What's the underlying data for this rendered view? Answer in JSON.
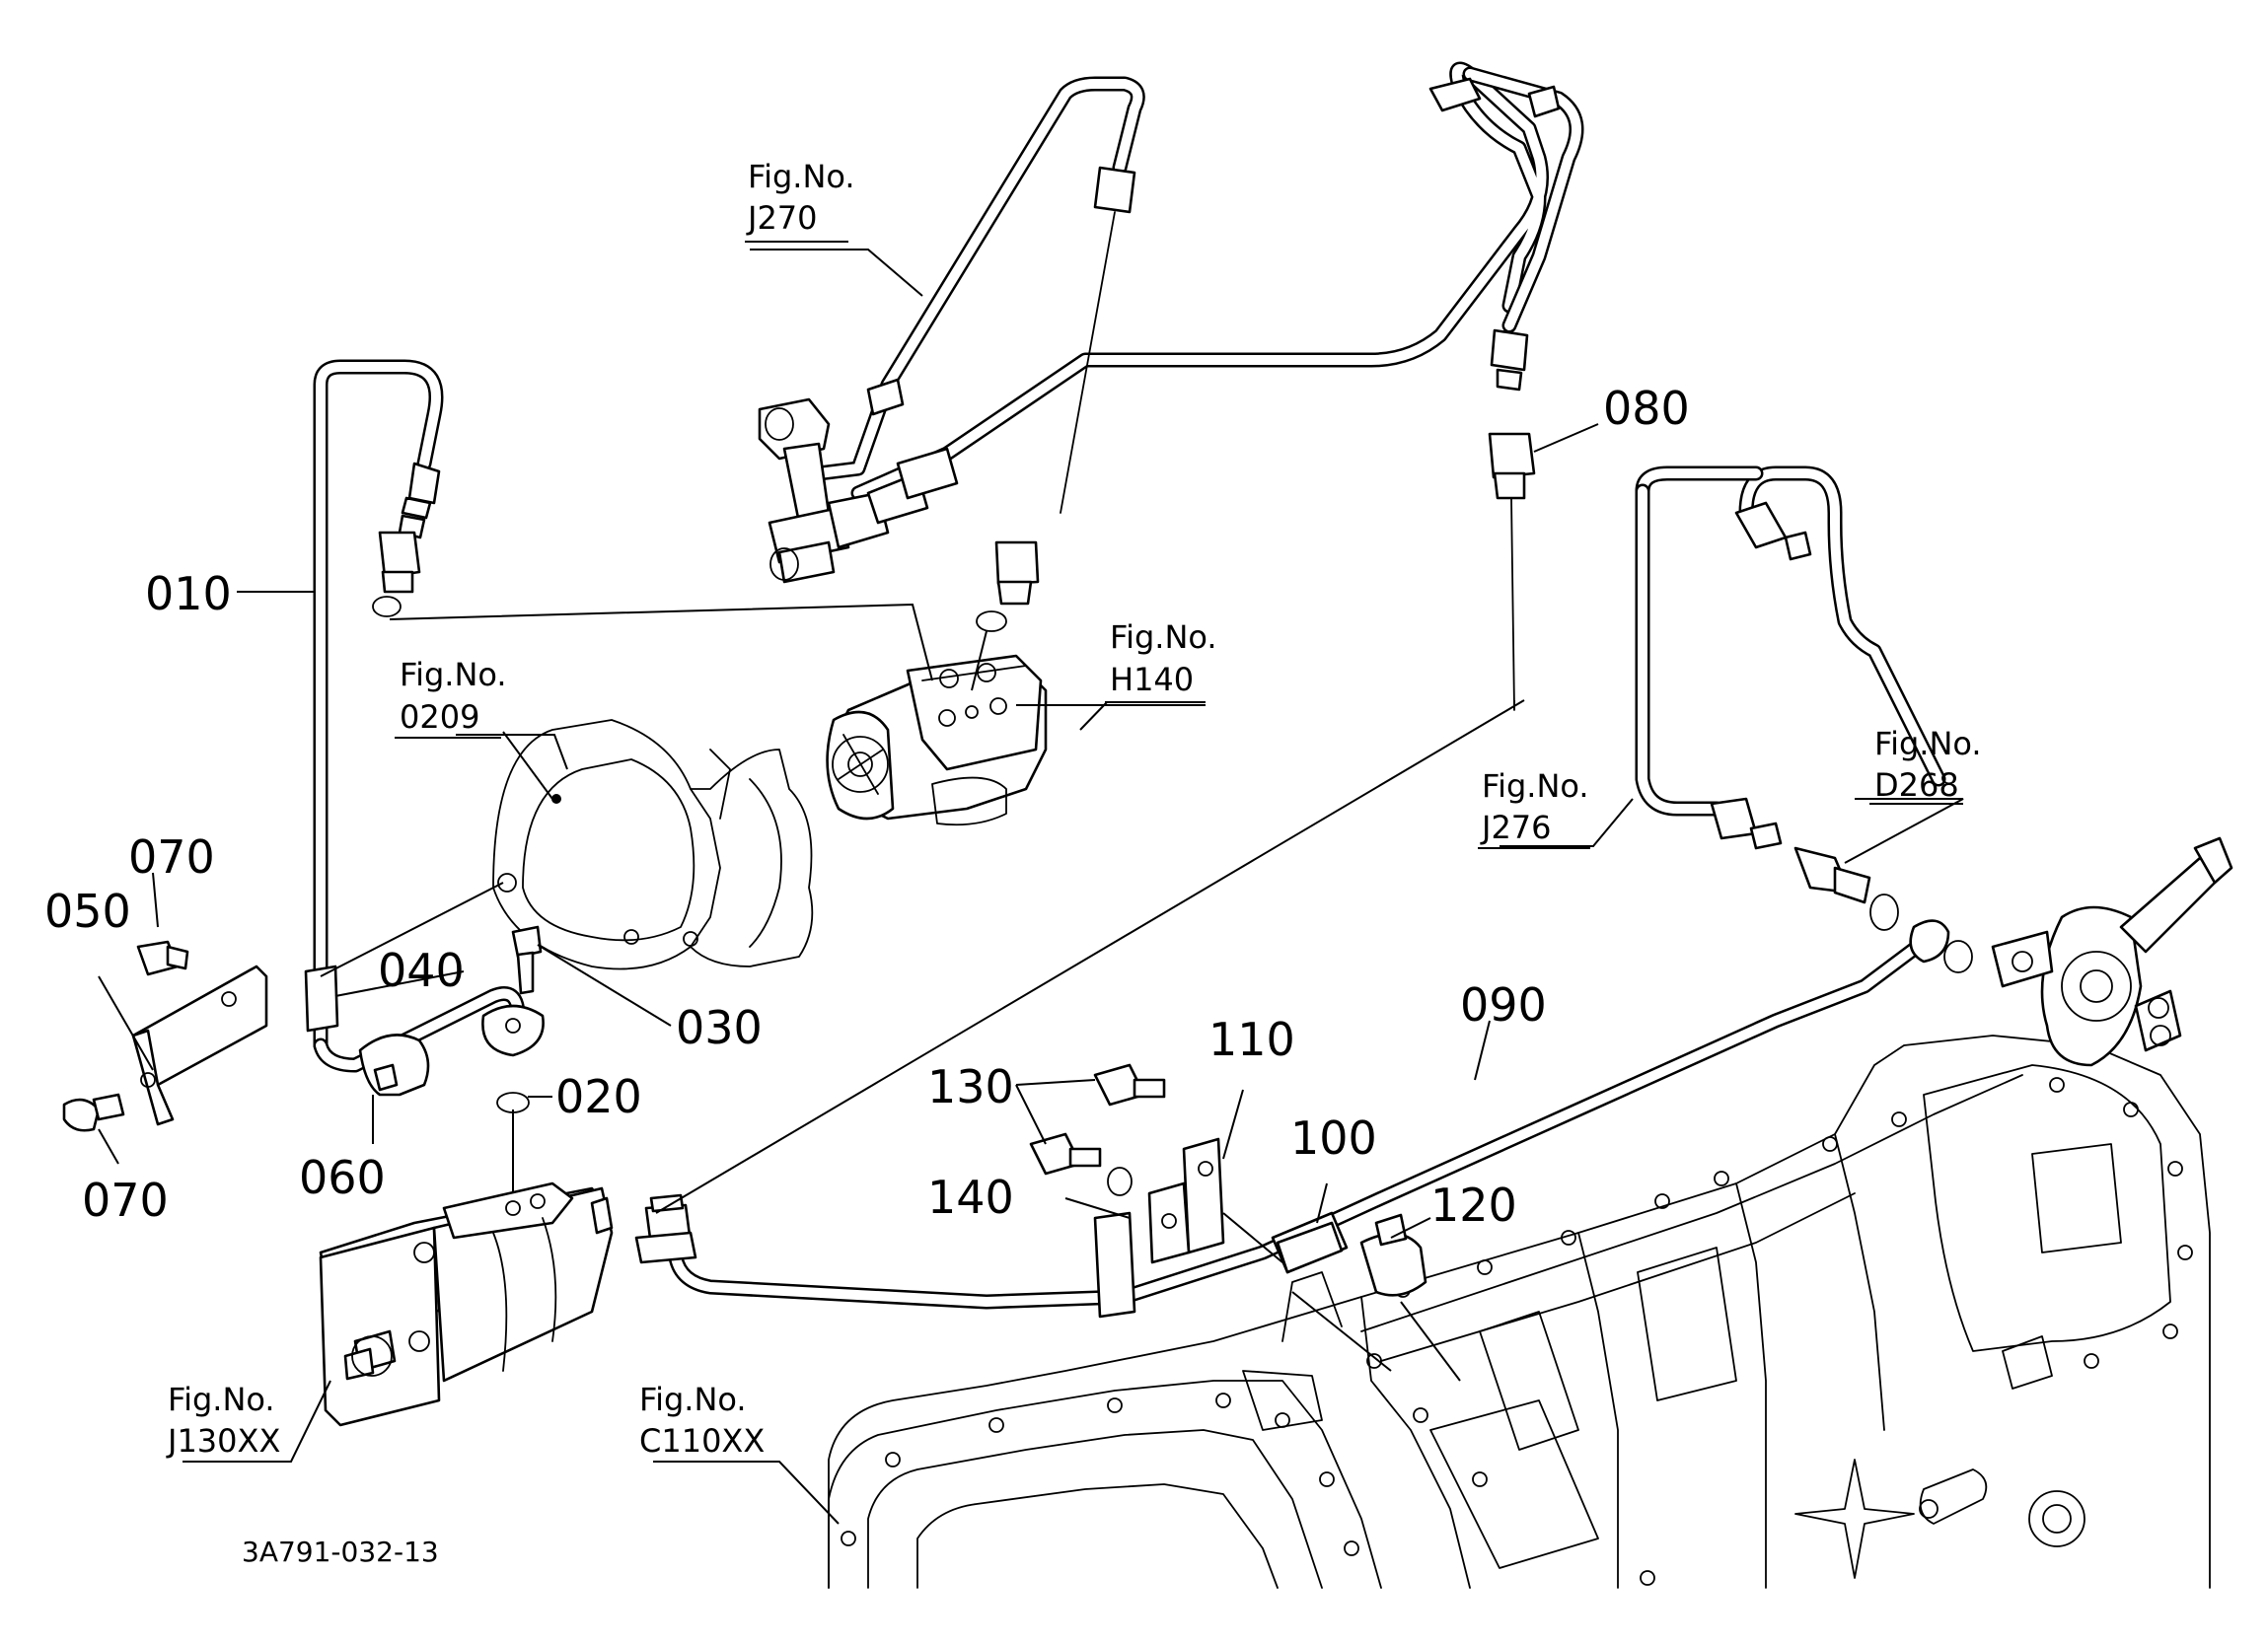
{
  "callouts": [
    {
      "id": "c010",
      "label": "010"
    },
    {
      "id": "c020",
      "label": "020"
    },
    {
      "id": "c030",
      "label": "030"
    },
    {
      "id": "c040",
      "label": "040"
    },
    {
      "id": "c050",
      "label": "050"
    },
    {
      "id": "c060",
      "label": "060"
    },
    {
      "id": "c070a",
      "label": "070"
    },
    {
      "id": "c070b",
      "label": "070"
    },
    {
      "id": "c080",
      "label": "080"
    },
    {
      "id": "c090",
      "label": "090"
    },
    {
      "id": "c100",
      "label": "100"
    },
    {
      "id": "c110",
      "label": "110"
    },
    {
      "id": "c120",
      "label": "120"
    },
    {
      "id": "c130",
      "label": "130"
    },
    {
      "id": "c140",
      "label": "140"
    }
  ],
  "figure_refs": [
    {
      "id": "fJ270",
      "line1": "Fig.No.",
      "line2": "J270"
    },
    {
      "id": "fH140",
      "line1": "Fig.No.",
      "line2": "H140"
    },
    {
      "id": "f0209",
      "line1": "Fig.No.",
      "line2": "0209"
    },
    {
      "id": "fJ276",
      "line1": "Fig.No.",
      "line2": "J276"
    },
    {
      "id": "fD268",
      "line1": "Fig.No.",
      "line2": "D268"
    },
    {
      "id": "fJ130",
      "line1": "Fig.No.",
      "line2": "J130XX"
    },
    {
      "id": "fC110",
      "line1": "Fig.No.",
      "line2": "C110XX"
    }
  ],
  "drawing_code": "3A791-032-13"
}
